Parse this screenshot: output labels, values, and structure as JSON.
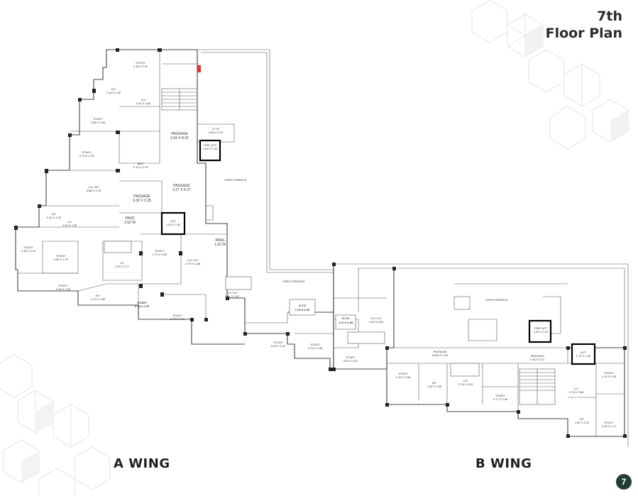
{
  "header": {
    "line1": "7th",
    "line2": "Floor Plan"
  },
  "wings": {
    "a": "A WING",
    "b": "B WING"
  },
  "page_number": "7",
  "colors": {
    "badge": "#1f3f36",
    "walls": "#444444",
    "pattern": "#e6e6e6"
  },
  "rooms": [
    {
      "name": "STUDY",
      "dim": "2.35 X 2.32"
    },
    {
      "name": "KIT",
      "dim": "2.18 X 1.52"
    },
    {
      "name": "LIV",
      "dim": "2.92 X 3.83"
    },
    {
      "name": "PASSAGE",
      "dim": "3.04 X 8.22"
    },
    {
      "name": "FIRE LIFT",
      "dim": "1.90 X 1.90"
    },
    {
      "name": "O.T.S",
      "dim": "2.89 X 0.91"
    },
    {
      "name": "STUDY",
      "dim": "2.98 X 2.90"
    },
    {
      "name": "STUDY",
      "dim": "2.79 X 2.76"
    },
    {
      "name": "BRD",
      "dim": "2.16 X 2.75"
    },
    {
      "name": "PASSAGE",
      "dim": "3.27 X 4.27"
    },
    {
      "name": "OPEN TERRACE",
      "dim": ""
    },
    {
      "name": "LIV / KIT",
      "dim": "3.86 X 2.76"
    },
    {
      "name": "PASSAGE",
      "dim": "3.32 X 2.25"
    },
    {
      "name": "KIT",
      "dim": "2.96 X 2.32"
    },
    {
      "name": "LIV",
      "dim": "4.06 X 2.90"
    },
    {
      "name": "PASS",
      "dim": "1.52 W"
    },
    {
      "name": "LIFT",
      "dim": "1.92 X 1.92"
    },
    {
      "name": "PASS",
      "dim": "1.52 W"
    },
    {
      "name": "STUDY",
      "dim": "2.26 X 2.19"
    },
    {
      "name": "STUDY",
      "dim": "2.92 X 2.79"
    },
    {
      "name": "LIV",
      "dim": "2.92 X 2.77"
    },
    {
      "name": "STUDY",
      "dim": "2.79 X 3.90"
    },
    {
      "name": "LIV / KIT",
      "dim": "2.79 X 4.28"
    },
    {
      "name": "LIV / KIT",
      "dim": "3.91 X 2.92"
    },
    {
      "name": "STUDY",
      "dim": "3.35 X 2.35"
    },
    {
      "name": "KIT",
      "dim": "2.13 X 1.80"
    },
    {
      "name": "STUDY",
      "dim": "2.79 X 2.70"
    },
    {
      "name": "STUDY",
      "dim": "2.79 X 2.49"
    },
    {
      "name": "OPEN TERRACE",
      "dim": ""
    },
    {
      "name": "O.T.S",
      "dim": "1.75 X 1.92"
    },
    {
      "name": "STUDY",
      "dim": "3.06 X 2.24"
    },
    {
      "name": "STUDY",
      "dim": "2.76 X 2.36"
    },
    {
      "name": "O.T.S",
      "dim": "1.71 X 1.95"
    },
    {
      "name": "LIV / KIT",
      "dim": "2.62 X 3.84"
    },
    {
      "name": "STUDY",
      "dim": "2.62 X 2.67"
    },
    {
      "name": "OPEN TERRACE",
      "dim": ""
    },
    {
      "name": "PASSAGE",
      "dim": "15.65 X 1.52"
    },
    {
      "name": "PASSAGE",
      "dim": "1.06 X 2.12"
    },
    {
      "name": "FIRE LIFT",
      "dim": "1.90 X 1.90"
    },
    {
      "name": "LIFT",
      "dim": "1.72 X 1.96"
    },
    {
      "name": "STUDY",
      "dim": "1.39 X 2.26"
    },
    {
      "name": "KIT",
      "dim": "1.82 X 1.60"
    },
    {
      "name": "LIV",
      "dim": "2.79 X 3.91"
    },
    {
      "name": "STUDY",
      "dim": "2.77 X 2.49"
    },
    {
      "name": "LIV",
      "dim": "2.78 X 3.86"
    },
    {
      "name": "STUDY",
      "dim": "2.15 X 3.00"
    },
    {
      "name": "KIT",
      "dim": "1.82 X 2.12"
    },
    {
      "name": "STUDY",
      "dim": "2.25 X 2.71"
    }
  ]
}
